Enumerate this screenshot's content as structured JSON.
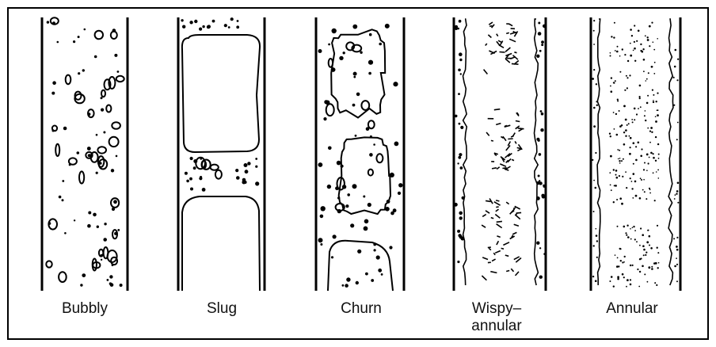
{
  "regimes": [
    {
      "id": "bubbly",
      "label": "Bubbly"
    },
    {
      "id": "slug",
      "label": "Slug"
    },
    {
      "id": "churn",
      "label": "Churn"
    },
    {
      "id": "wispy",
      "label": "Wispy–",
      "label2": "annular"
    },
    {
      "id": "annular",
      "label": "Annular"
    }
  ]
}
